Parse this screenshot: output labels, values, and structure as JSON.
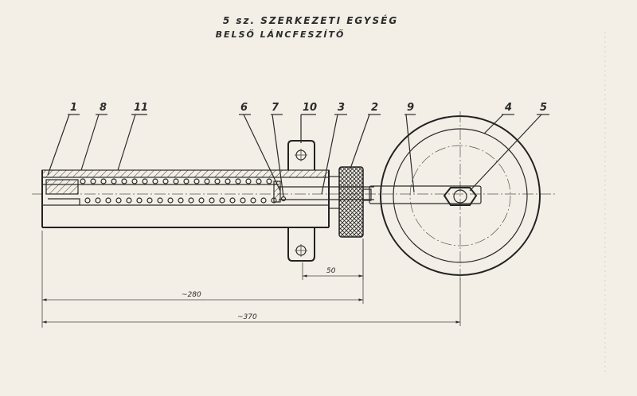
{
  "title": {
    "line1": "5 sz. SZERKEZETI EGYSÉG",
    "line2": "BELSŐ LÁNCFESZÍTŐ"
  },
  "callouts": [
    "1",
    "8",
    "11",
    "6",
    "7",
    "10",
    "3",
    "2",
    "9",
    "4",
    "5"
  ],
  "dimensions": {
    "d50": "50",
    "d280": "~280",
    "d370": "~370"
  }
}
